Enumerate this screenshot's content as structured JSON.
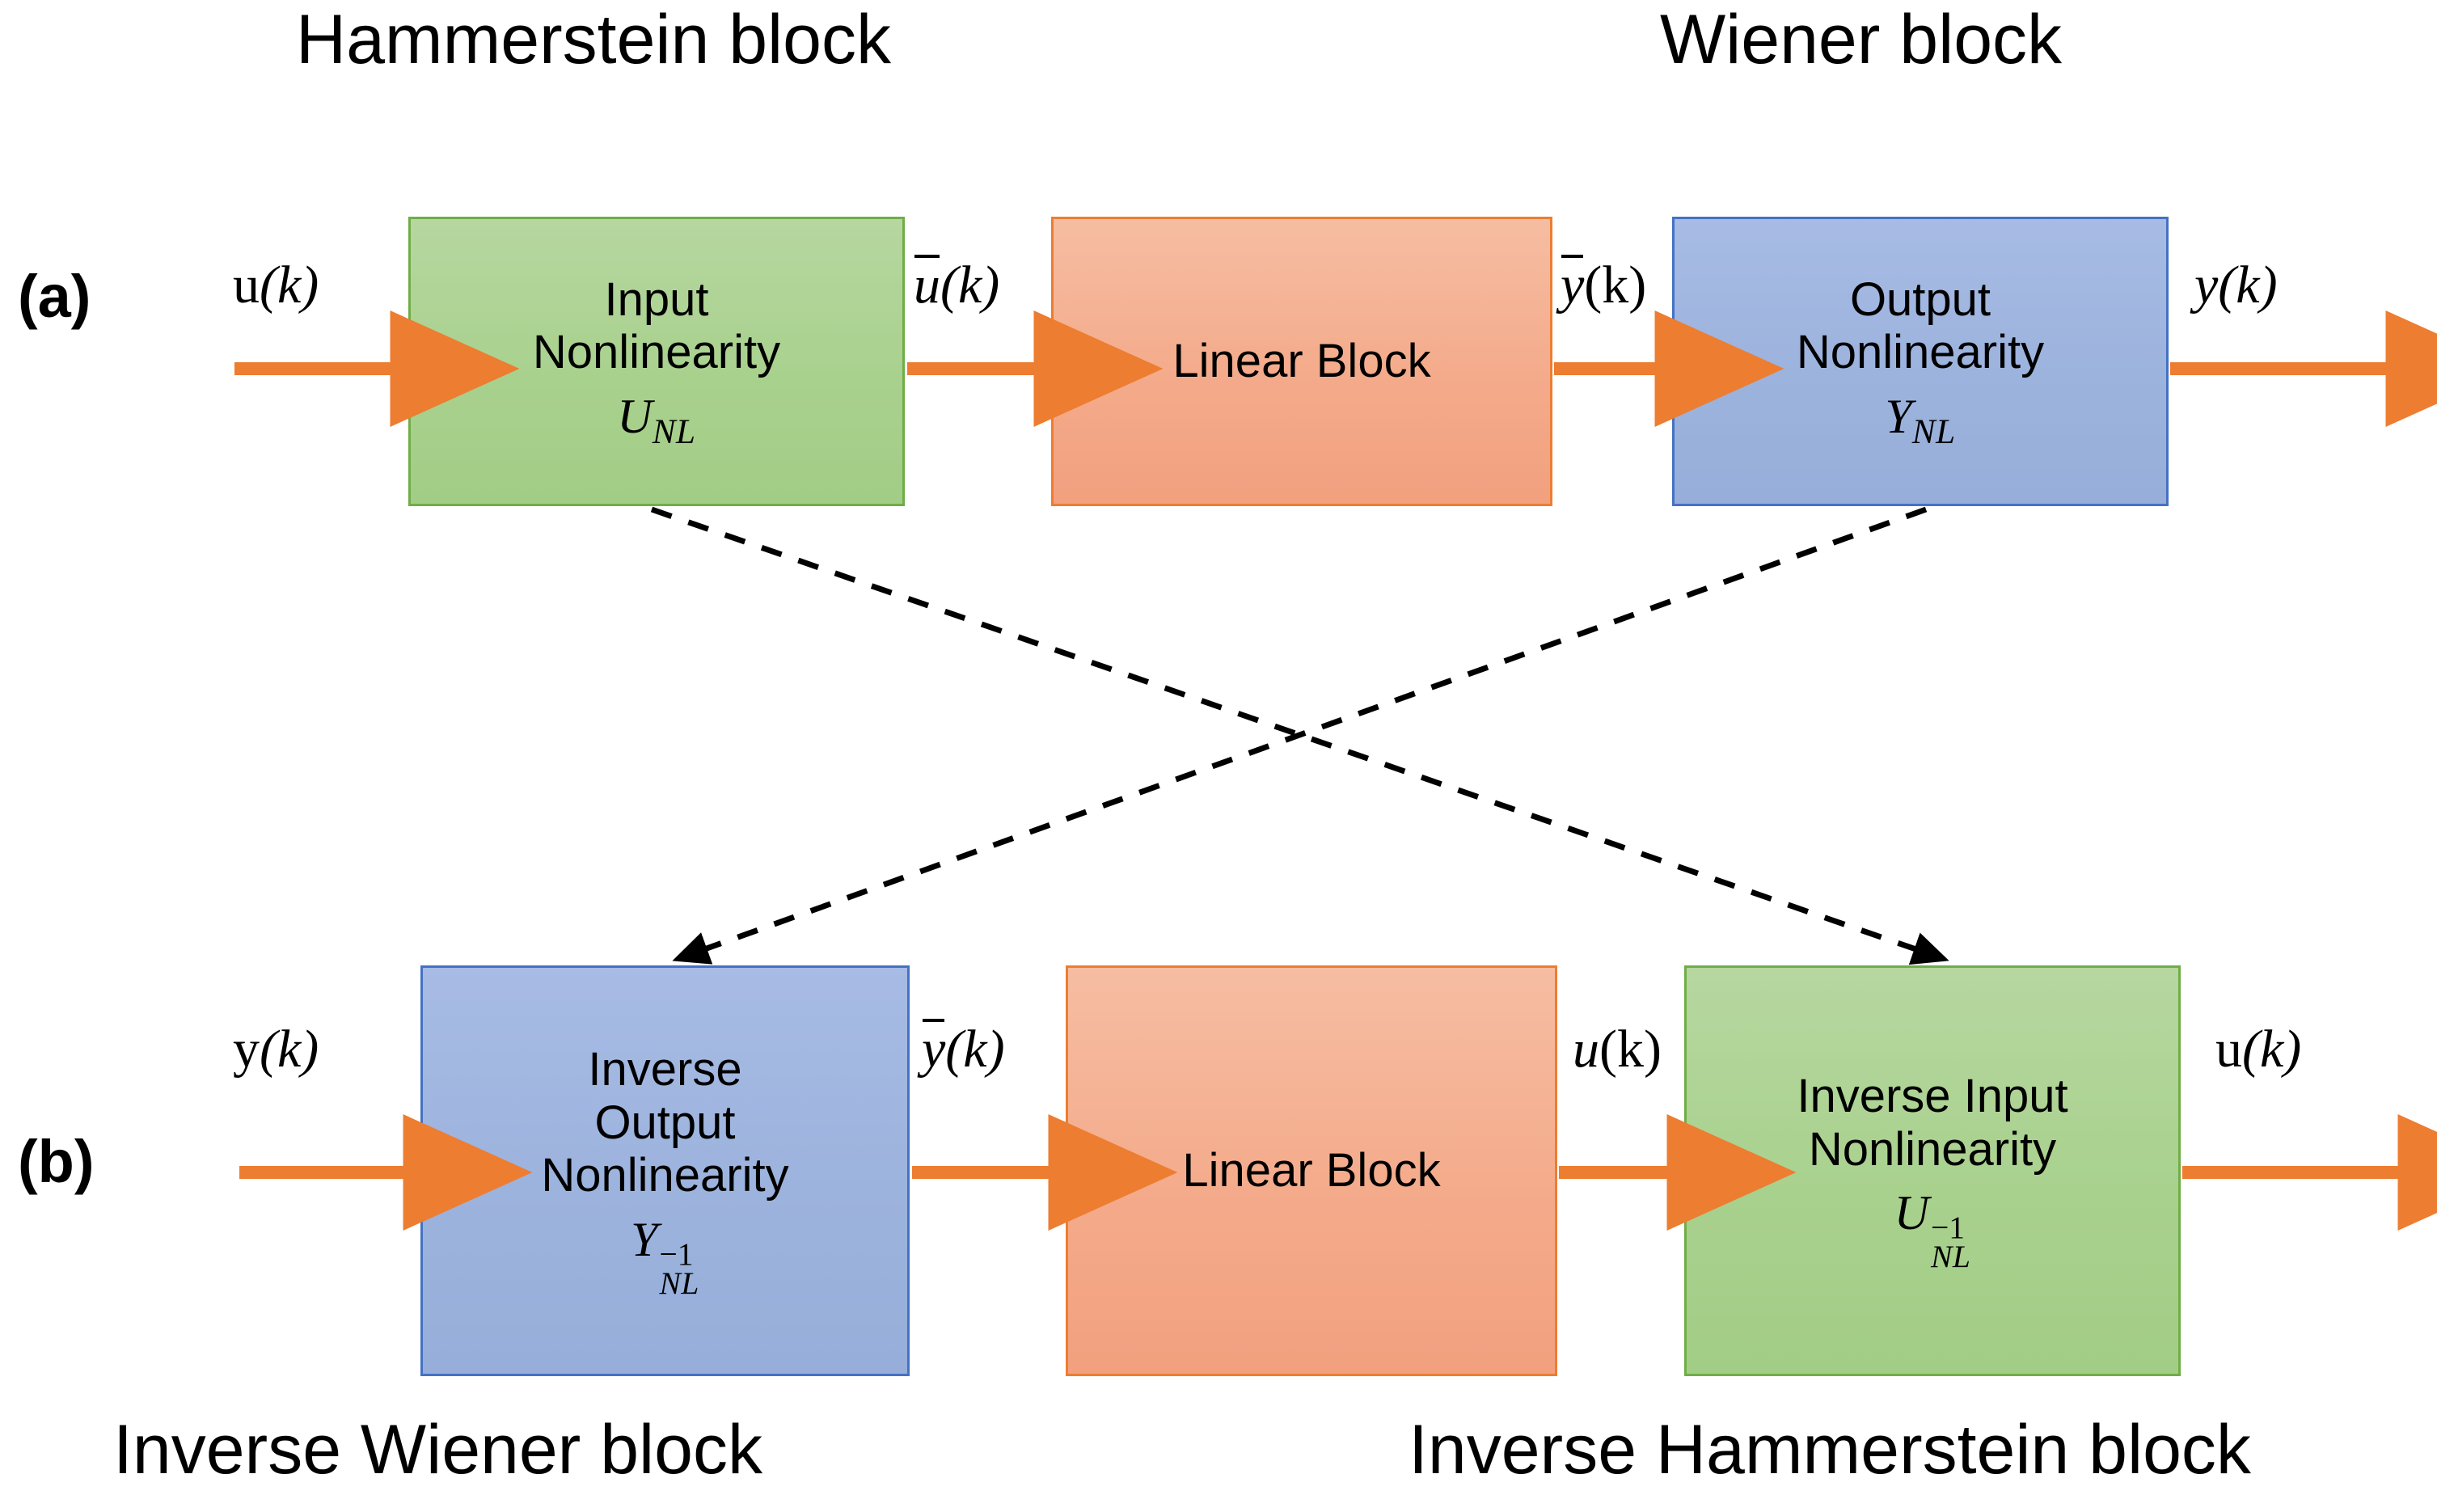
{
  "diagram": {
    "titles": {
      "top_left": "Hammerstein block",
      "top_right": "Wiener block",
      "bottom_left": "Inverse Wiener block",
      "bottom_right": "Inverse Hammerstein block"
    },
    "row_markers": {
      "a": "(a)",
      "b": "(b)"
    },
    "colors": {
      "green_fill": "#a9d18e",
      "green_border": "#70ad47",
      "orange_fill": "#f4ab8b",
      "orange_border": "#ed7d31",
      "blue_fill": "#9cb3dd",
      "blue_border": "#4472c4",
      "signal_arrow": "#ed7d31",
      "mapping_arrow": "#000000"
    },
    "rows": [
      {
        "id": "a",
        "marker": "(a)",
        "blocks": [
          {
            "id": "input-nonlinearity",
            "color": "green",
            "lines": [
              "Input",
              "Nonlinearity"
            ],
            "symbol_base": "U",
            "symbol_sub": "NL",
            "symbol_sup": ""
          },
          {
            "id": "linear-block-a",
            "color": "orange",
            "lines": [
              "Linear Block"
            ],
            "symbol_base": "",
            "symbol_sub": "",
            "symbol_sup": ""
          },
          {
            "id": "output-nonlinearity",
            "color": "blue",
            "lines": [
              "Output",
              "Nonlinearity"
            ],
            "symbol_base": "Y",
            "symbol_sub": "NL",
            "symbol_sup": ""
          }
        ],
        "signals": [
          {
            "id": "u-k-in",
            "text": "u(k)",
            "base": "u",
            "bar": false,
            "arg": "k",
            "arg_italic": true
          },
          {
            "id": "u-bar-k",
            "text": "ū(k)",
            "base": "u",
            "bar": true,
            "arg": "k",
            "arg_italic": true
          },
          {
            "id": "y-bar-k",
            "text": "ȳ(k)",
            "base": "y",
            "bar": true,
            "arg": "k",
            "arg_italic": false
          },
          {
            "id": "y-k-out",
            "text": "y(k)",
            "base": "y",
            "bar": false,
            "arg": "k",
            "arg_italic": true
          }
        ]
      },
      {
        "id": "b",
        "marker": "(b)",
        "blocks": [
          {
            "id": "inverse-output-nonlinearity",
            "color": "blue",
            "lines": [
              "Inverse",
              "Output",
              "Nonlinearity"
            ],
            "symbol_base": "Y",
            "symbol_sub": "NL",
            "symbol_sup": "−1"
          },
          {
            "id": "linear-block-b",
            "color": "orange",
            "lines": [
              "Linear Block"
            ],
            "symbol_base": "",
            "symbol_sub": "",
            "symbol_sup": ""
          },
          {
            "id": "inverse-input-nonlinearity",
            "color": "green",
            "lines": [
              "Inverse Input",
              "Nonlinearity"
            ],
            "symbol_base": "U",
            "symbol_sub": "NL",
            "symbol_sup": "−1"
          }
        ],
        "signals": [
          {
            "id": "y-k-in",
            "text": "y(k)",
            "base": "y",
            "bar": false,
            "arg": "k",
            "arg_italic": true
          },
          {
            "id": "y-bar-k-b",
            "text": "ȳ(k)",
            "base": "y",
            "bar": true,
            "arg": "k",
            "arg_italic": true
          },
          {
            "id": "u-k-mid",
            "text": "u(k)",
            "base": "u",
            "bar": false,
            "arg": "k",
            "arg_italic": false
          },
          {
            "id": "u-k-out",
            "text": "u(k)",
            "base": "u",
            "bar": false,
            "arg": "k",
            "arg_italic": true
          }
        ]
      }
    ],
    "mapping_arrows": [
      {
        "id": "input-nl-to-inverse-input-nl",
        "from": "input-nonlinearity",
        "to": "inverse-input-nonlinearity",
        "style": "dashed"
      },
      {
        "id": "output-nl-to-inverse-output-nl",
        "from": "output-nonlinearity",
        "to": "inverse-output-nonlinearity",
        "style": "dashed"
      }
    ]
  }
}
